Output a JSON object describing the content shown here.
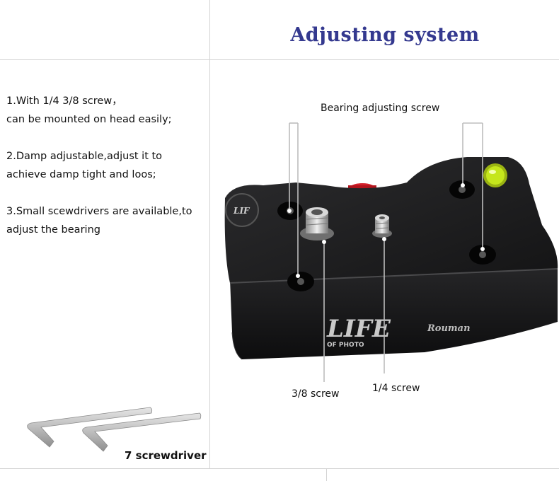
{
  "header": {
    "title": "Adjusting system"
  },
  "features": [
    {
      "lines": [
        "1.With 1/4 3/8 screw，",
        "can be mounted on head easily;"
      ]
    },
    {
      "lines": [
        "2.Damp adjustable,adjust it to",
        "achieve damp tight and loos;"
      ]
    },
    {
      "lines": [
        "3.Small scewdrivers are available,to",
        "adjust the bearing"
      ]
    }
  ],
  "callouts": {
    "bearing": "Bearing adjusting screw",
    "screw_38": "3/8 screw",
    "screw_14": "1/4 screw"
  },
  "accessory": {
    "label": "7 screwdriver"
  },
  "product": {
    "brand_logo": "LIFE",
    "brand_sub": "OF PHOTO",
    "model": "Rouman"
  },
  "colors": {
    "title": "#34398f",
    "plate": "#1b1b1c",
    "bubble_level": "#c5e61c",
    "knob": "#d3202a",
    "grid": "#d4d4d4"
  }
}
